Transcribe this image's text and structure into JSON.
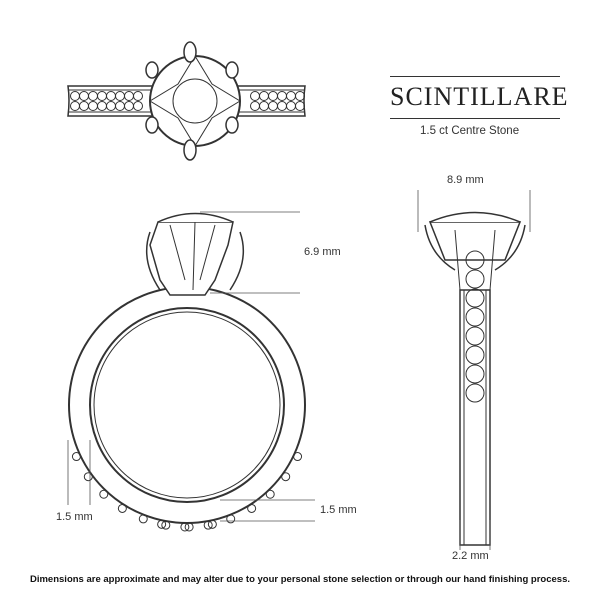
{
  "brand": {
    "name": "SCINTILLARE",
    "subtitle": "1.5 ct Centre Stone"
  },
  "dimensions": {
    "head_height": "6.9 mm",
    "stone_width": "8.9 mm",
    "band_width": "2.2 mm",
    "band_thickness_left": "1.5 mm",
    "band_thickness_bottom": "1.5 mm"
  },
  "footer": "Dimensions are approximate and may alter due to your personal stone selection or through our hand finishing process.",
  "colors": {
    "line": "#333333",
    "dimension_line": "#555555"
  }
}
